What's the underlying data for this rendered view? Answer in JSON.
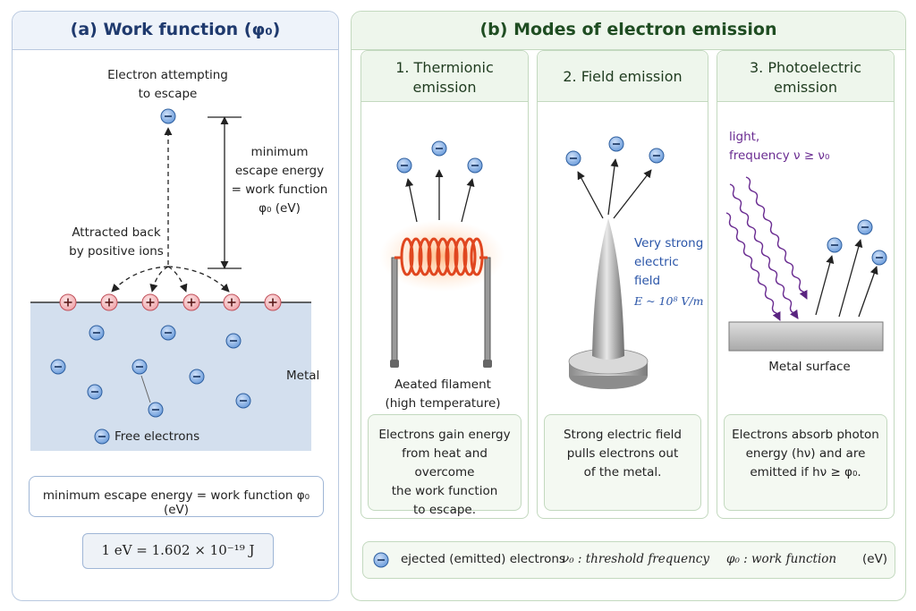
{
  "panel_a": {
    "title": "(a) Work function (φ₀)",
    "electron_label": "Electron attempting\nto escape",
    "energy_label": "minimum\nescape energy\n= work function\nφ₀ (eV)",
    "attracted_label": "Attracted back\nby positive ions",
    "metal_label": "Metal",
    "free_electrons_label": "Free electrons",
    "formula": "minimum escape energy = work function φ₀ (eV)",
    "ev_conversion": "1 eV = 1.602 × 10⁻¹⁹ J"
  },
  "panel_b": {
    "title": "(b) Modes of electron emission",
    "modes": [
      {
        "title": "1. Thermionic\nemission",
        "caption": "Aeated filament\n(high temperature)",
        "description": "Electrons gain energy\nfrom heat and overcome\nthe work function\nto escape."
      },
      {
        "title": "2. Field emission",
        "field_label": "Very strong\nelectric\nfield",
        "field_value": "E ~ 10⁸ V/m",
        "description": "Strong electric field\npulls electrons out\nof the metal."
      },
      {
        "title": "3. Photoelectric\nemission",
        "light_label": "light,\nfrequency ν ≥ ν₀",
        "surface_label": "Metal surface",
        "description": "Electrons absorb photon\nenergy (hν) and are\nemitted if hν ≥ φ₀."
      }
    ]
  },
  "legend": {
    "electrons": "ejected (emitted) electrons",
    "threshold": "ν₀ : threshold frequency",
    "work_function": "φ₀ : work function",
    "unit": "(eV)"
  },
  "colors": {
    "electron_fill": "#5b8fd6",
    "ion_fill": "#f3b7bb",
    "metal_fill": "#d3dfee",
    "filament": "#e8552a",
    "light": "#6a2c91",
    "field_text": "#2a55a8"
  }
}
